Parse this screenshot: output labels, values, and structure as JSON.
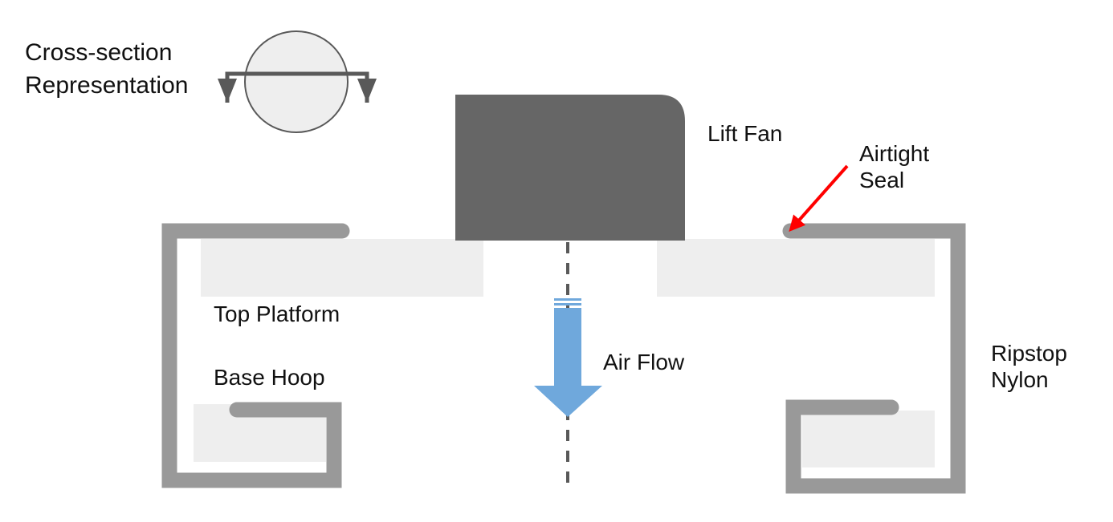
{
  "labels": {
    "cross_section_line1": "Cross-section",
    "cross_section_line2": "Representation",
    "lift_fan": "Lift Fan",
    "airtight_line1": "Airtight",
    "airtight_line2": "Seal",
    "top_platform": "Top Platform",
    "base_hoop": "Base Hoop",
    "air_flow": "Air Flow",
    "ripstop_line1": "Ripstop",
    "ripstop_line2": "Nylon"
  },
  "colors": {
    "nylon": "#999999",
    "platform": "#eeeeee",
    "fan": "#666666",
    "air_flow_arrow": "#6fa8dc",
    "seal_pointer": "#ff0000",
    "section_arrow": "#595959",
    "section_disc": "#eeeeee"
  }
}
